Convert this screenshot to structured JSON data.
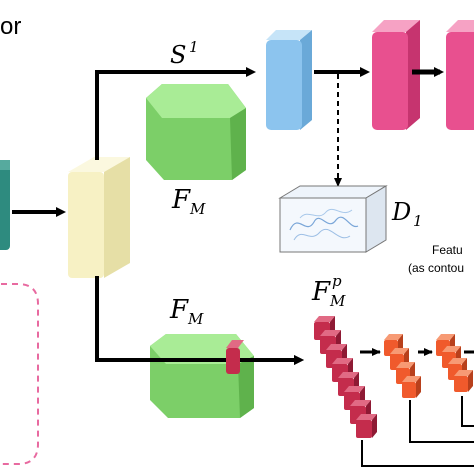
{
  "corner_text": "or",
  "labels": {
    "s1_base": "S",
    "s1_sup": "1",
    "fm_upper_base": "F",
    "fm_upper_sub": "M",
    "fm_lower_base": "F",
    "fm_lower_sub": "M",
    "fmp_base": "F",
    "fmp_sub": "M",
    "fmp_sup": "p",
    "d1_base": "D",
    "d1_sub": "1",
    "feature_line1": "Featu",
    "feature_line2": "(as contou"
  },
  "colors": {
    "teal": "#2e8b7f",
    "cream": "#f7f1c4",
    "blue": "#8cc4ee",
    "pink": "#e8508f",
    "green": "#8fe07c",
    "crimson": "#c42c4c",
    "orange": "#f05a2c",
    "dashed_pink": "#e86aa0"
  }
}
